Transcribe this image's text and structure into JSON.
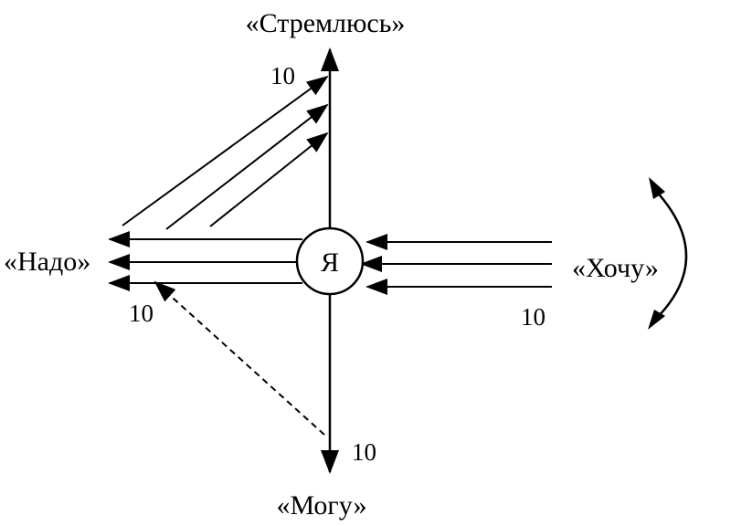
{
  "nodes": {
    "center": "Я",
    "top": "«Стремлюсь»",
    "left": "«Надо»",
    "right": "«Хочу»",
    "bottom": "«Могу»"
  },
  "values": {
    "top": "10",
    "left": "10",
    "right": "10",
    "bottom": "10"
  }
}
